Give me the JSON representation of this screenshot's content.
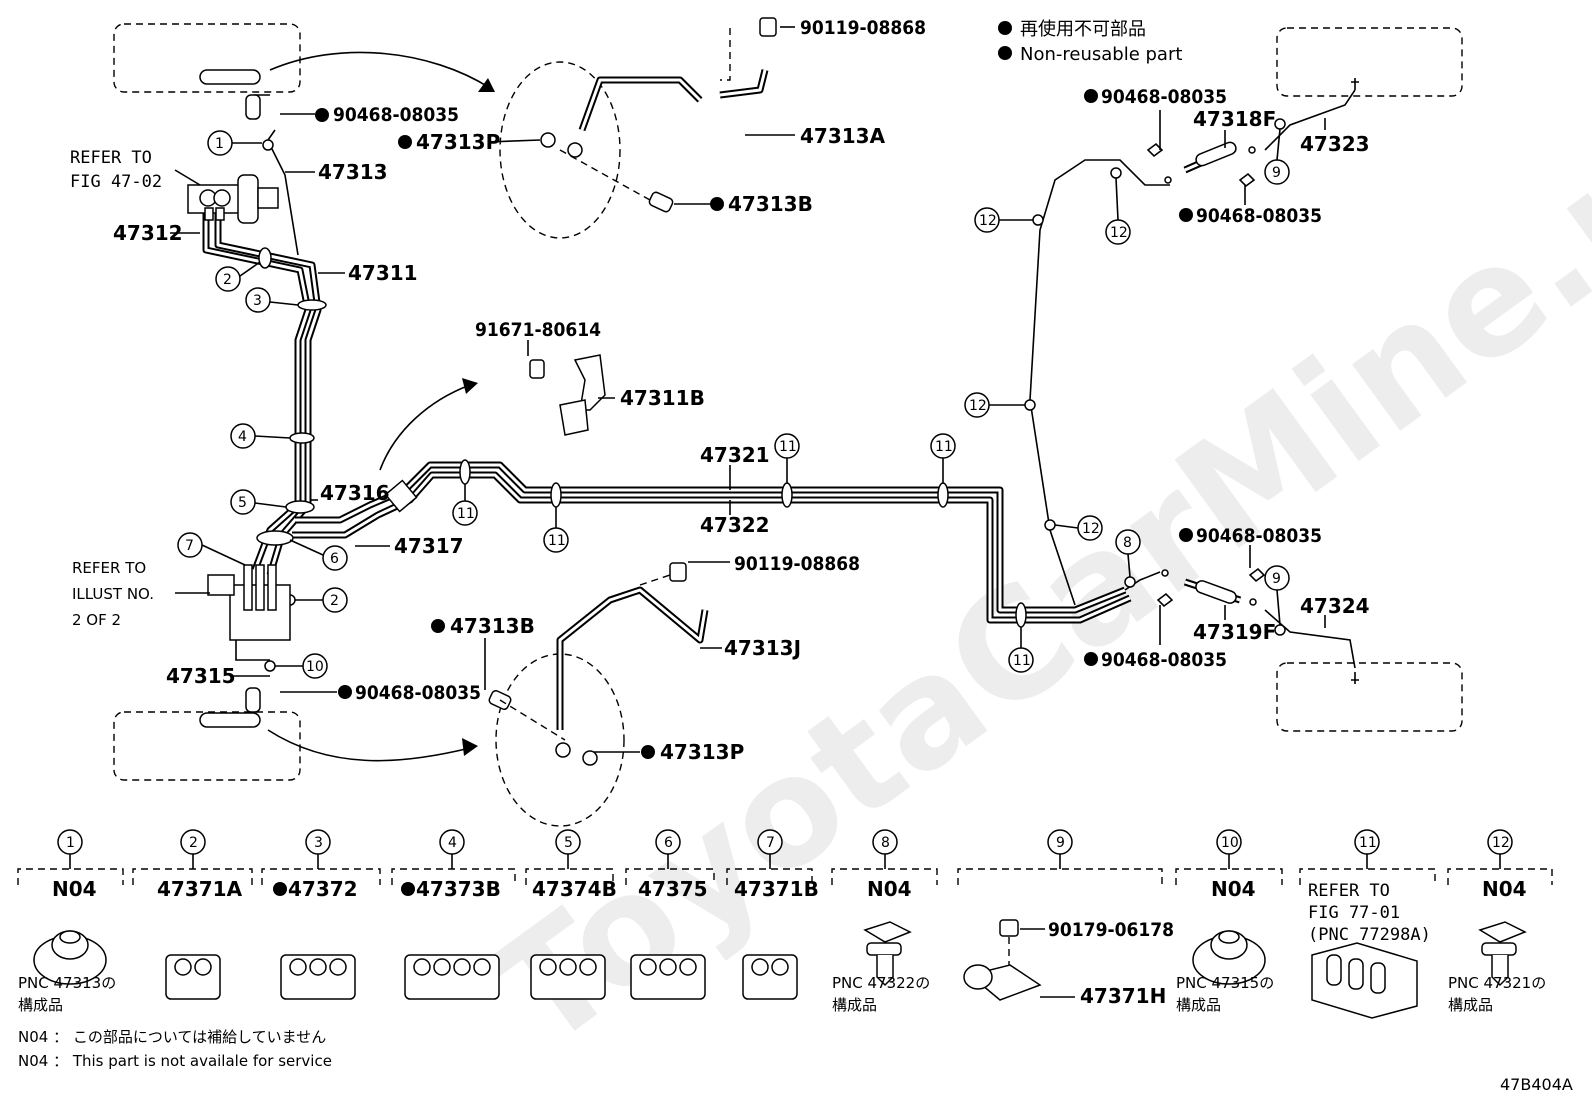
{
  "legend": {
    "line1": "再使用不可部品",
    "line2": "Non-reusable part"
  },
  "watermark": "ToyotaCarMine.ru",
  "refer_fig_47_02": [
    "REFER TO",
    "FIG 47-02"
  ],
  "refer_illust": [
    "REFER TO",
    "ILLUST NO.",
    "2 OF 2"
  ],
  "parts": {
    "p47313": "47313",
    "p47312": "47312",
    "p47311": "47311",
    "p47316": "47316",
    "p47317": "47317",
    "p47315": "47315",
    "p47313A": "47313A",
    "p47313P_top": "47313P",
    "p47313B_top": "47313B",
    "p90119_top": "90119-08868",
    "p90468_top": "90468-08035",
    "p91671": "91671-80614",
    "p47311B": "47311B",
    "p47321": "47321",
    "p47322": "47322",
    "p90119_mid": "90119-08868",
    "p47313J": "47313J",
    "p47313B_bot": "47313B",
    "p90468_bot": "90468-08035",
    "p47313P_bot": "47313P",
    "p90468_r1": "90468-08035",
    "p47318F": "47318F",
    "p47323": "47323",
    "p90468_r2": "90468-08035",
    "p90468_r3": "90468-08035",
    "p47324": "47324",
    "p47319F": "47319F",
    "p90468_r4": "90468-08035"
  },
  "clamps": [
    {
      "num": "1",
      "part": "N04",
      "note": [
        "PNC 47313の",
        "構成品"
      ]
    },
    {
      "num": "2",
      "part": "47371A",
      "note": []
    },
    {
      "num": "3",
      "part": "47372",
      "note": [],
      "nonreusable": true
    },
    {
      "num": "4",
      "part": "47373B",
      "note": [],
      "nonreusable": true
    },
    {
      "num": "5",
      "part": "47374B",
      "note": []
    },
    {
      "num": "6",
      "part": "47375",
      "note": []
    },
    {
      "num": "7",
      "part": "47371B",
      "note": []
    },
    {
      "num": "8",
      "part": "N04",
      "note": [
        "PNC 47322の",
        "構成品"
      ]
    },
    {
      "num": "9",
      "part": "",
      "note": [],
      "sub": [
        "90179-06178",
        "47371H"
      ]
    },
    {
      "num": "10",
      "part": "N04",
      "note": [
        "PNC 47315の",
        "構成品"
      ]
    },
    {
      "num": "11",
      "part": "REFER TO",
      "note": [],
      "refer": [
        "FIG 77-01",
        "(PNC 77298A)"
      ]
    },
    {
      "num": "12",
      "part": "N04",
      "note": [
        "PNC 47321の",
        "構成品"
      ]
    }
  ],
  "footnotes": {
    "jp": "N04 ： この部品については補給していません",
    "en": "N04 ： This part is not availale for service"
  },
  "figure_code": "47B404A"
}
